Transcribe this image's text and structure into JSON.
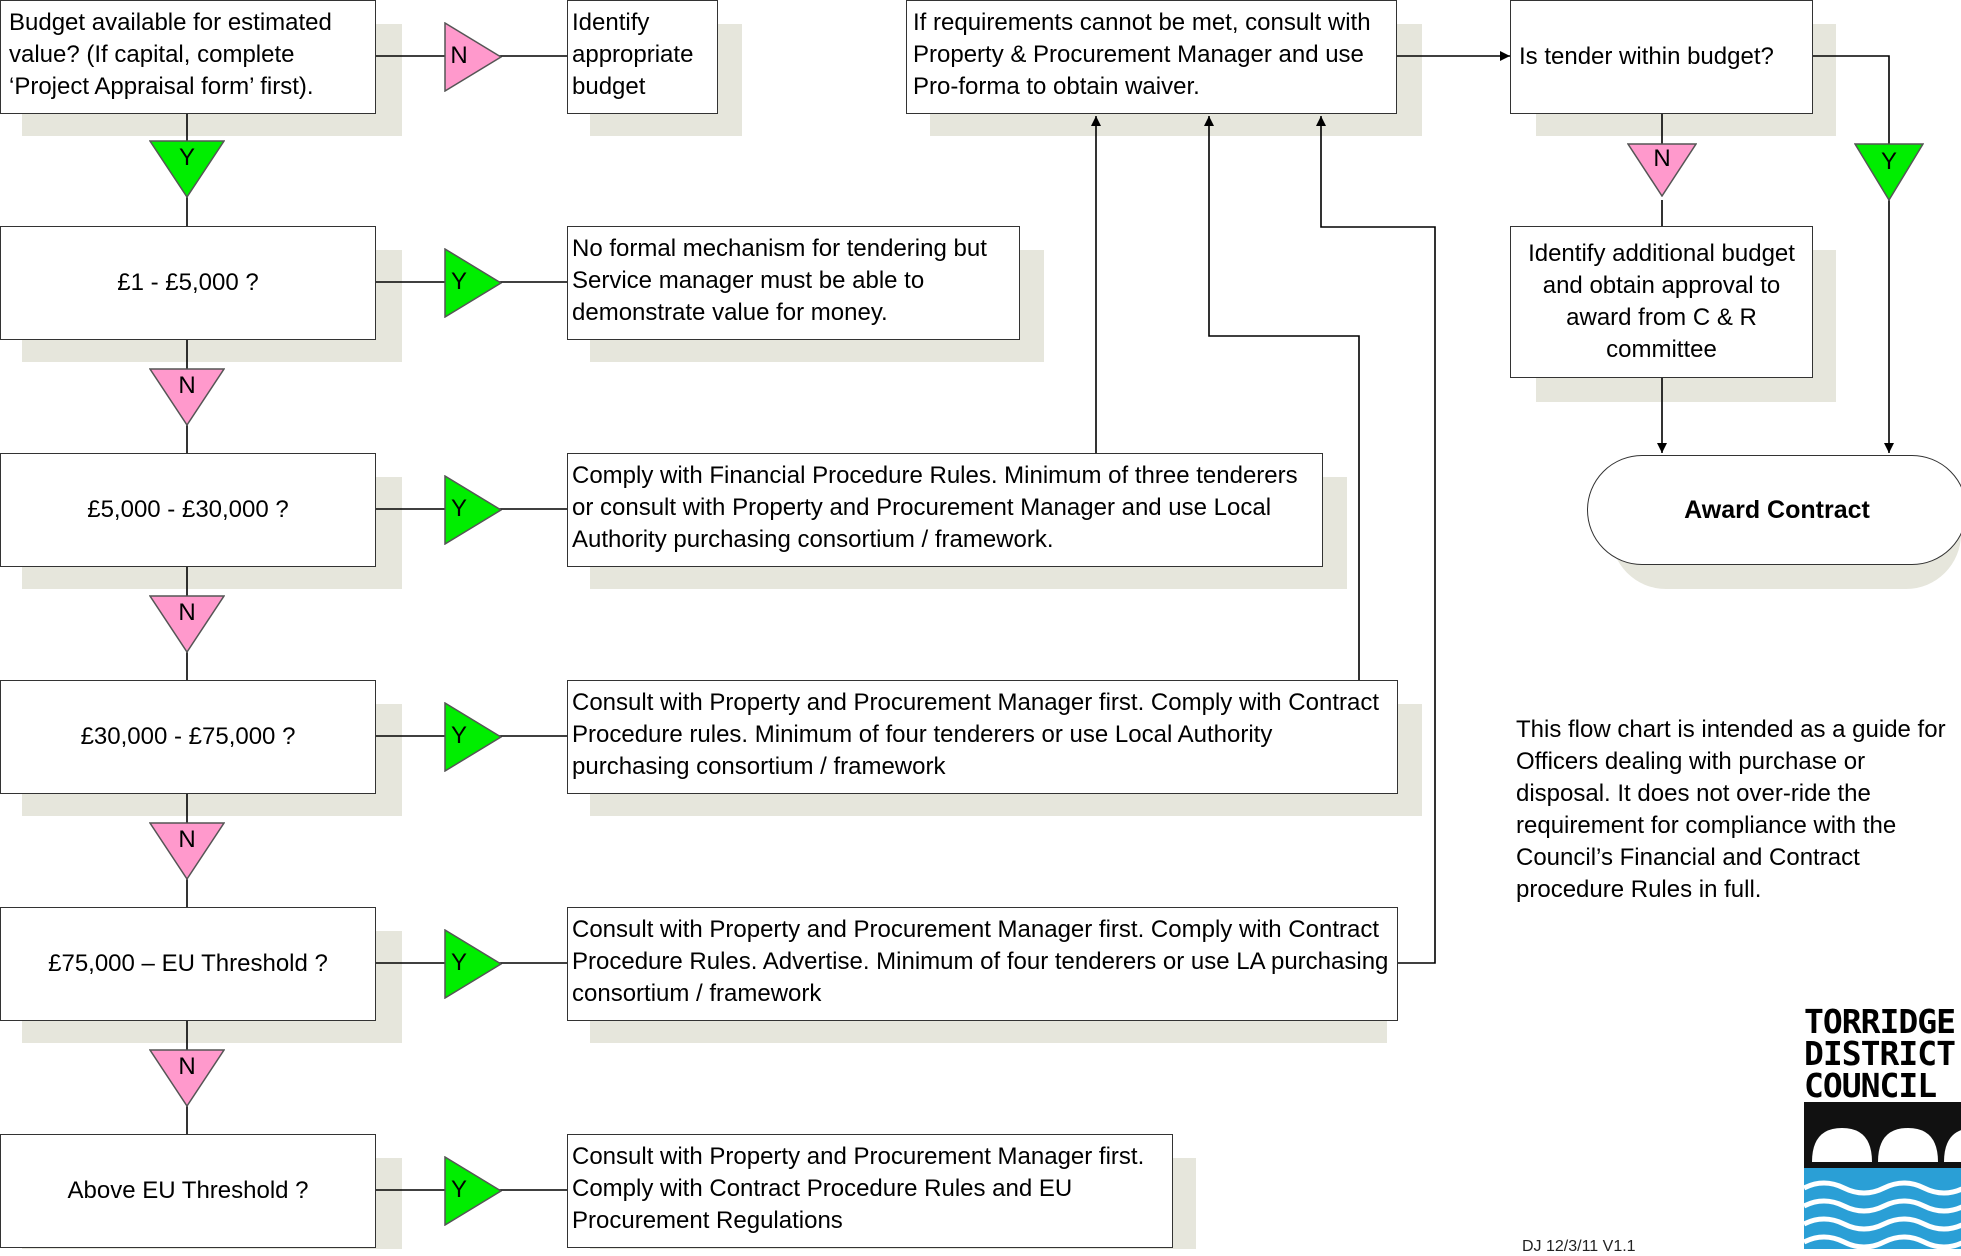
{
  "budget": {
    "question": "Budget available for estimated value? (If capital, complete ‘Project Appraisal form’ first).",
    "no_action": "Identify appropriate budget"
  },
  "tiers": [
    {
      "question": "£1 - £5,000 ?",
      "action": "No formal mechanism for tendering but Service manager must be able to demonstrate value for money."
    },
    {
      "question": "£5,000 - £30,000 ?",
      "action": "Comply with Financial Procedure Rules. Minimum of three tenderers or consult with Property and Procurement Manager and use Local Authority purchasing consortium / framework."
    },
    {
      "question": "£30,000 - £75,000 ?",
      "action": "Consult with Property and Procurement Manager first. Comply with Contract Procedure rules. Minimum of four tenderers or use Local Authority purchasing consortium / framework"
    },
    {
      "question": "£75,000 – EU Threshold ?",
      "action": "Consult with Property and Procurement Manager first. Comply with Contract Procedure Rules. Advertise. Minimum of four tenderers or use LA purchasing consortium / framework"
    },
    {
      "question": "Above EU Threshold ?",
      "action": "Consult with Property and Procurement Manager first. Comply with Contract Procedure Rules and EU Procurement Regulations"
    }
  ],
  "waiver": "If requirements cannot be met, consult with Property & Procurement Manager and use Pro-forma to obtain waiver.",
  "tender_question": "Is tender within budget?",
  "additional_budget": "Identify additional budget and obtain approval to award from C & R committee",
  "award": "Award Contract",
  "decisions": {
    "yes": "Y",
    "no": "N"
  },
  "colors": {
    "yes": "#00ee00",
    "no": "#ff99cc",
    "shadow": "#e6e6dc"
  },
  "note": "This flow chart is intended as a guide for Officers dealing with purchase or disposal. It does not over-ride the requirement for compliance with the Council’s Financial and Contract procedure Rules in full.",
  "footer": "DJ 12/3/11 V1.1",
  "logo": {
    "line1": "TORRIDGE",
    "line2": "DISTRICT",
    "line3": "COUNCIL"
  }
}
